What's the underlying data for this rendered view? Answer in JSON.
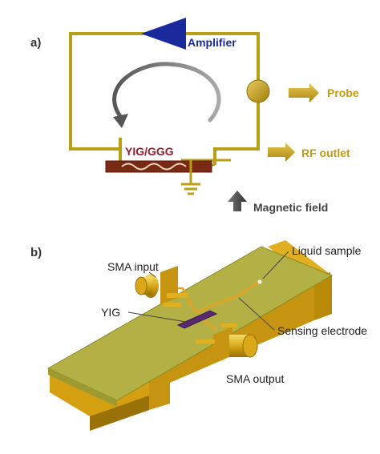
{
  "panel_a": {
    "tag": "a)",
    "amplifier": "Amplifier",
    "probe": "Probe",
    "sample": "YIG/GGG",
    "rf_outlet": "RF outlet",
    "magnetic_field": "Magnetic field"
  },
  "panel_b": {
    "tag": "b)",
    "sma_input": "SMA input",
    "sma_output": "SMA output",
    "yig": "YIG",
    "liquid_sample": "Liquid sample",
    "sensing_electrode": "Sensing electrode"
  },
  "colors": {
    "wire": "#b8a016",
    "wire_dark": "#8a7608",
    "amplifier": "#1a2a9c",
    "label_gold": "#c49a10",
    "sample_text": "#9a1a2a",
    "substrate": "#7a2a14",
    "board_top": "#b3b146",
    "board_side": "#8a7a10",
    "gold_side": "#d4a012",
    "yig_strip": "#5a2a70",
    "arrow_grey": "#555555"
  }
}
